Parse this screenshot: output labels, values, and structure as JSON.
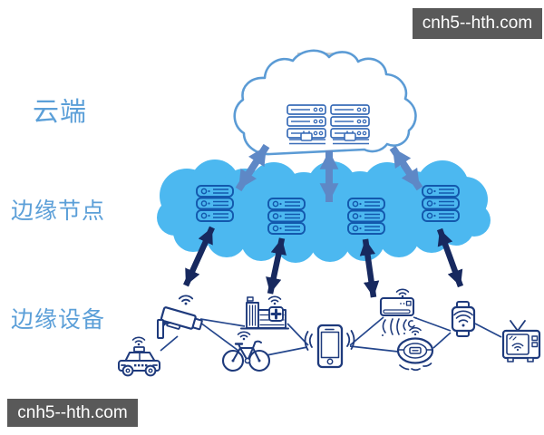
{
  "watermarks": {
    "top_right": "cnh5--hth.com",
    "bottom_left": "cnh5--hth.com"
  },
  "layers": [
    {
      "id": "cloud",
      "label": "云端"
    },
    {
      "id": "edge-nodes",
      "label": "边缘节点"
    },
    {
      "id": "edge-devices",
      "label": "边缘设备"
    }
  ],
  "diagram": {
    "cloud_servers": {
      "columns": 2,
      "rows": 3,
      "network_plugs": 2
    },
    "edge_node_stacks": 4,
    "cloud_edge_arrows": 3,
    "edge_device_arrows": 4,
    "devices": [
      "surveillance-camera",
      "police-car",
      "hospital-building",
      "shared-bicycle",
      "smartphone",
      "air-conditioner",
      "robot-vacuum",
      "smart-socket",
      "smart-tv"
    ]
  },
  "colors": {
    "cloud_outline": "#5b9bd5",
    "cloud_server_blue": "#3a6db8",
    "edge_cloud_fill": "#4cb8f0",
    "edge_server_blue": "#1358ad",
    "arrow_blue": "#5e88c6",
    "arrow_dark_navy": "#17295f",
    "device_navy": "#1e3a7c",
    "label_blue": "#5b9fd8",
    "watermark_bg": "#595959",
    "watermark_text": "#ffffff"
  }
}
